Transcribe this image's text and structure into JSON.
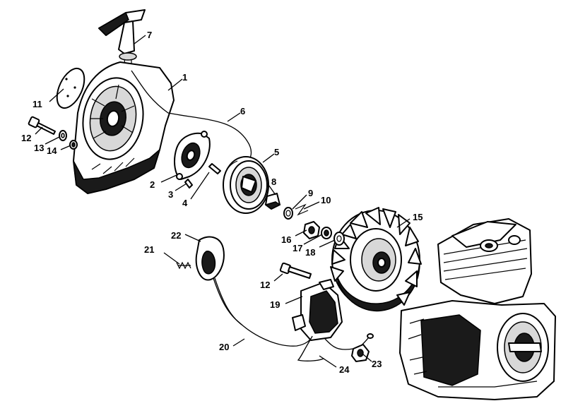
{
  "callouts": {
    "c1": "1",
    "c2": "2",
    "c3": "3",
    "c4": "4",
    "c5": "5",
    "c6": "6",
    "c7": "7",
    "c8": "8",
    "c9": "9",
    "c10": "10",
    "c11": "11",
    "c12a": "12",
    "c12b": "12",
    "c13": "13",
    "c14": "14",
    "c15": "15",
    "c16": "16",
    "c17": "17",
    "c18": "18",
    "c19": "19",
    "c20": "20",
    "c21": "21",
    "c22": "22",
    "c23": "23",
    "c24": "24"
  }
}
